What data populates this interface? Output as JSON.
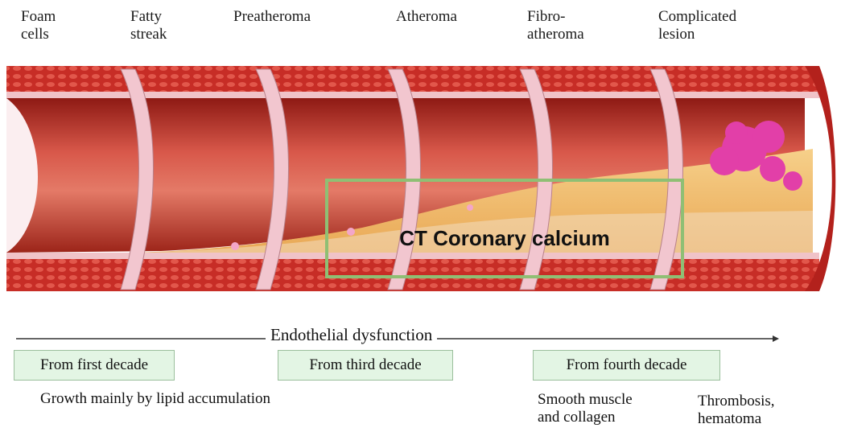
{
  "stages": [
    {
      "label": "Foam\ncells"
    },
    {
      "label": "Fatty\nstreak"
    },
    {
      "label": "Preatheroma"
    },
    {
      "label": "Atheroma"
    },
    {
      "label": "Fibro-\natheroma"
    },
    {
      "label": "Complicated\nlesion"
    }
  ],
  "callout": {
    "label": "CT Coronary calcium",
    "color": "#8fbf74"
  },
  "timeline": {
    "label": "Endothelial dysfunction"
  },
  "decades": [
    {
      "label": "From first decade"
    },
    {
      "label": "From third decade"
    },
    {
      "label": "From fourth decade"
    }
  ],
  "notes": {
    "lipid": "Growth mainly by lipid accumulation",
    "smooth_muscle": "Smooth muscle\nand collagen",
    "thrombosis": "Thrombosis,\nhematoma"
  },
  "colors": {
    "vessel_wall": "#c9302c",
    "lumen": "#d95a4e",
    "plaque": "#f2c275",
    "thrombus": "#e23fa8",
    "decade_box": "#e3f5e4"
  }
}
